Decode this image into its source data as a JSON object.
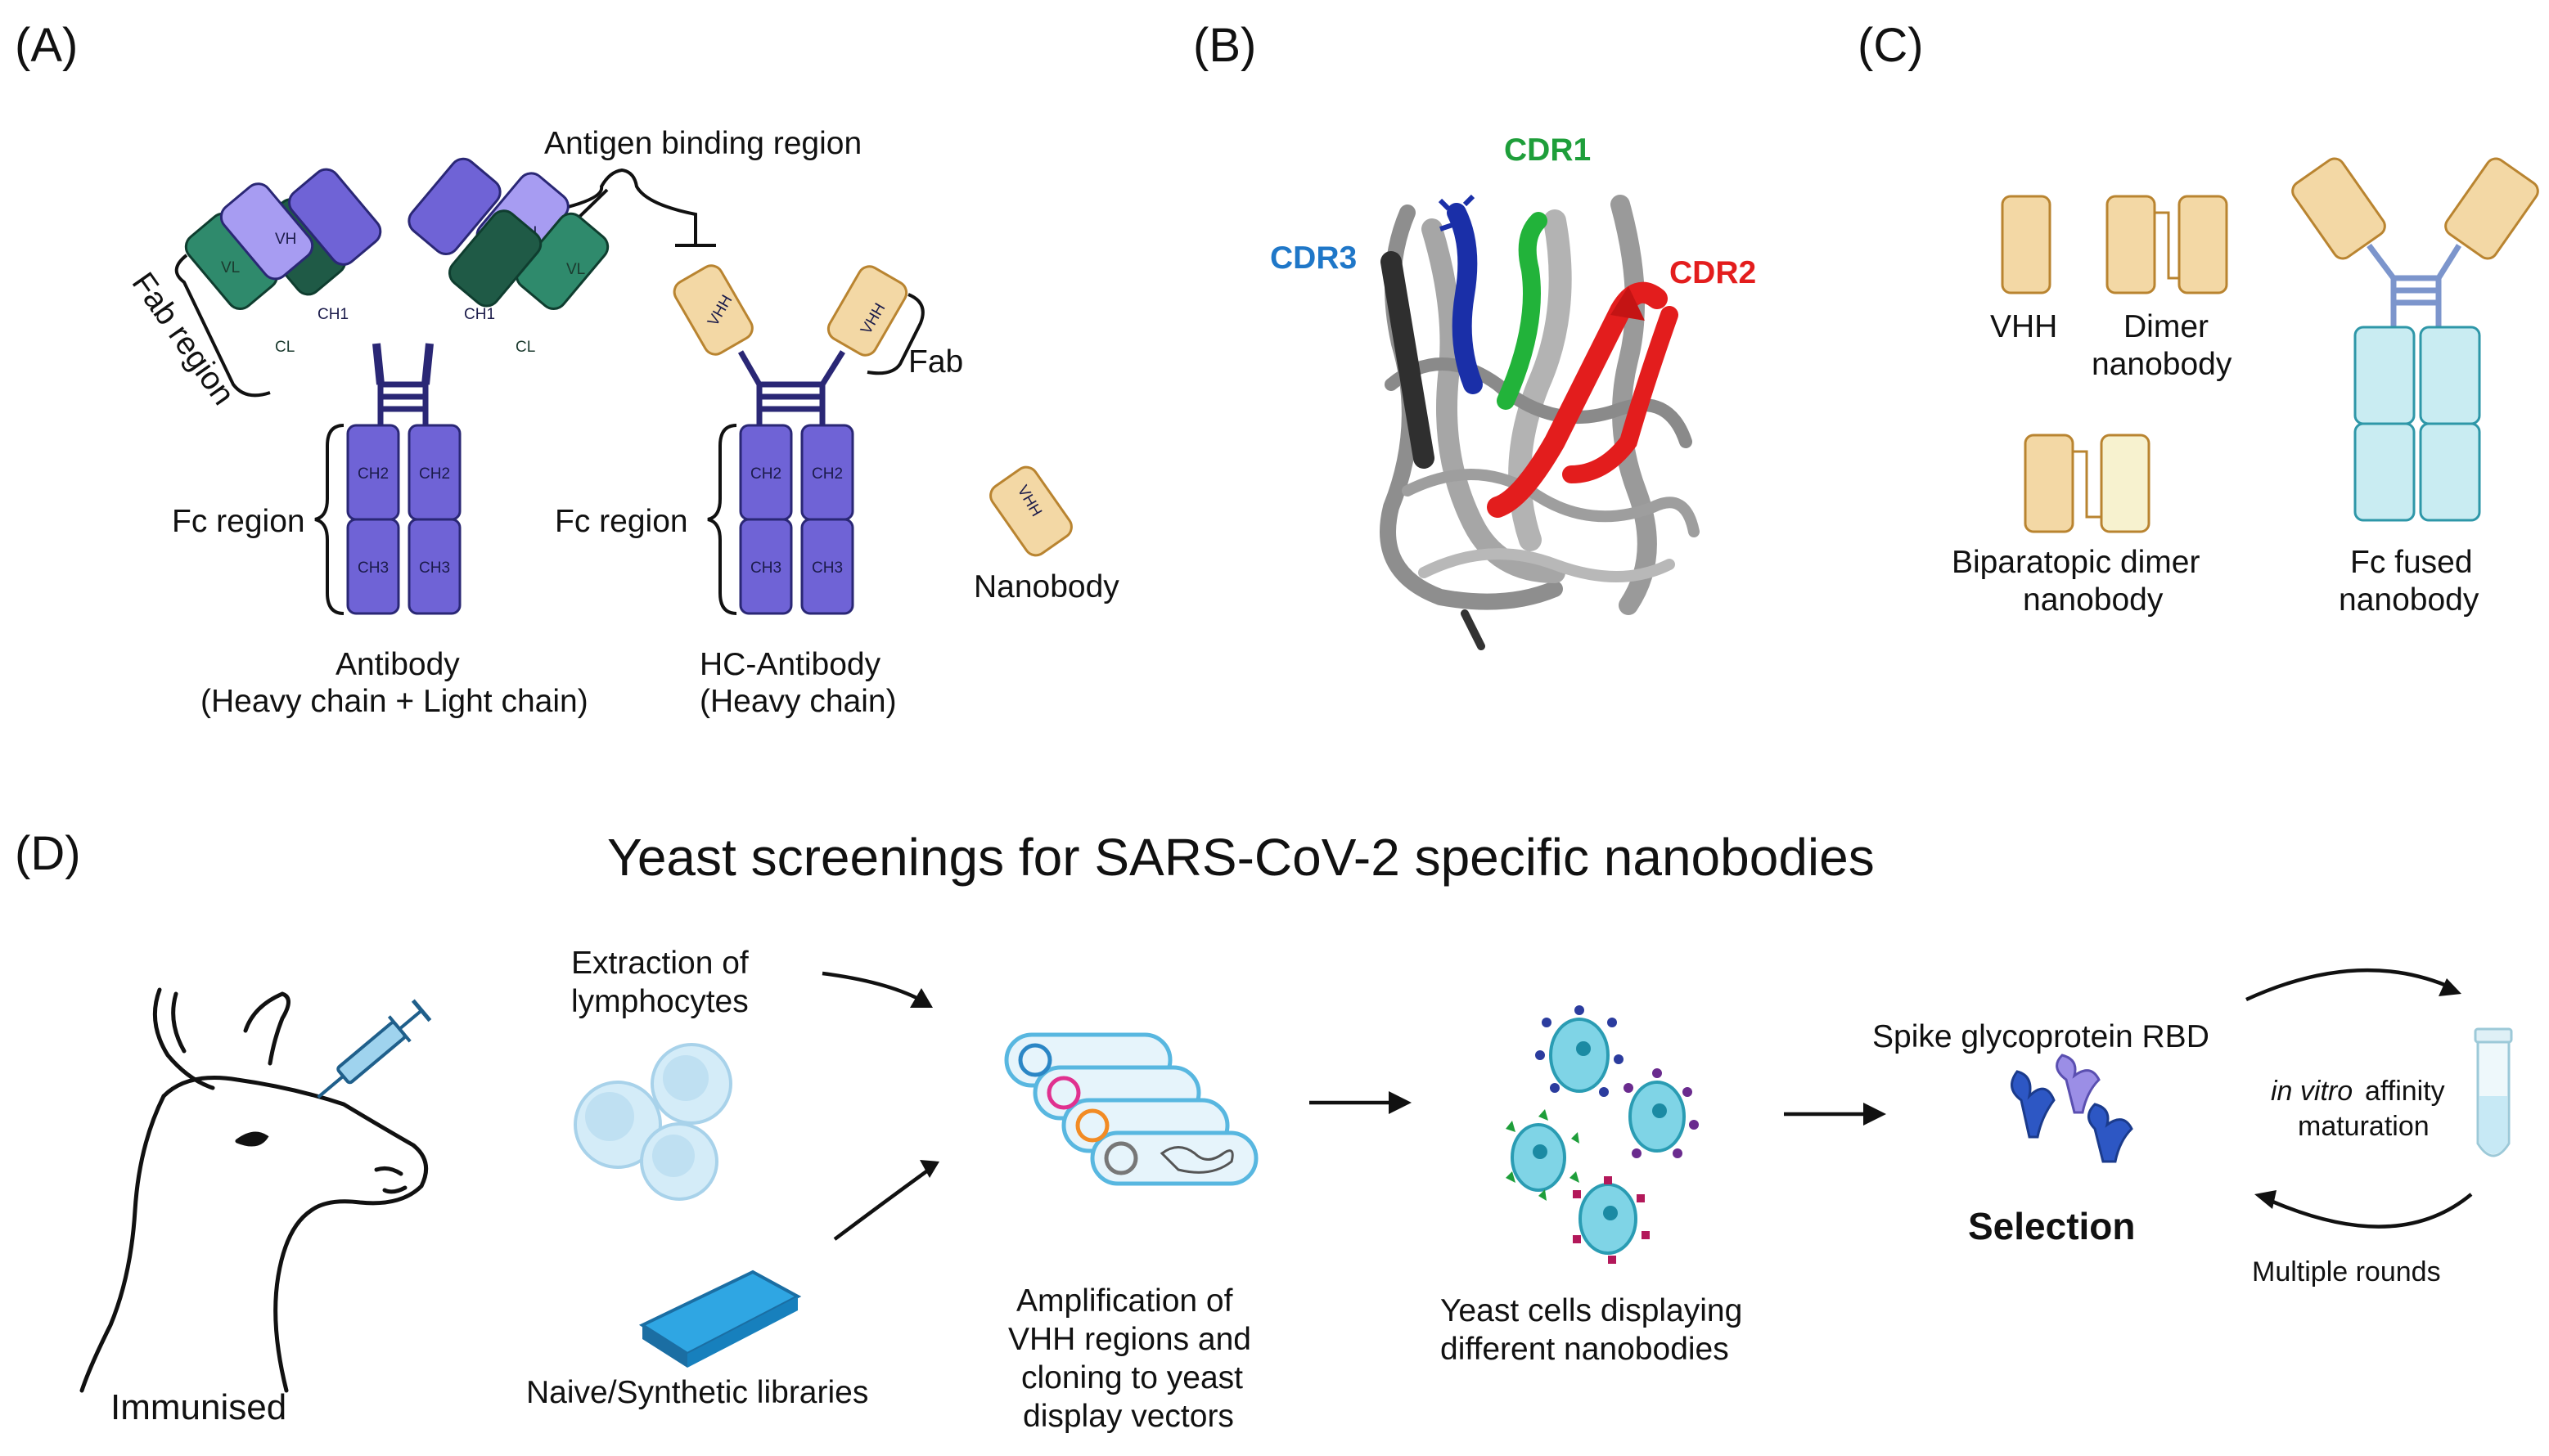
{
  "panels": {
    "a": "(A)",
    "b": "(B)",
    "c": "(C)",
    "d": "(D)"
  },
  "panel_a": {
    "antigen_binding": "Antigen binding region",
    "fab_region": "Fab region",
    "fab": "Fab",
    "fc_region_1": "Fc region",
    "fc_region_2": "Fc region",
    "antibody_title": "Antibody",
    "antibody_sub": "(Heavy chain + Light chain)",
    "hc_title": "HC-Antibody",
    "hc_sub": "(Heavy chain)",
    "nanobody": "Nanobody",
    "domains": {
      "vh": "VH",
      "vl": "VL",
      "ch1": "CH1",
      "cl": "CL",
      "ch2": "CH2",
      "ch3": "CH3",
      "vhh": "VHH"
    }
  },
  "panel_b": {
    "cdr1": "CDR1",
    "cdr2": "CDR2",
    "cdr3": "CDR3"
  },
  "panel_c": {
    "vhh": "VHH",
    "dimer_1": "Dimer",
    "dimer_2": "nanobody",
    "bip_1": "Biparatopic dimer",
    "bip_2": "nanobody",
    "fc_1": "Fc fused",
    "fc_2": "nanobody"
  },
  "panel_d": {
    "title": "Yeast screenings for SARS-CoV-2 specific nanobodies",
    "immunised": "Immunised",
    "extraction_1": "Extraction of",
    "extraction_2": "lymphocytes",
    "naive": "Naive/Synthetic libraries",
    "amp_1": "Amplification of",
    "amp_2": "VHH regions and",
    "amp_3": "cloning to yeast",
    "amp_4": "display vectors",
    "yeast_1": "Yeast cells displaying",
    "yeast_2": "different nanobodies",
    "spike": "Spike glycoprotein RBD",
    "selection": "Selection",
    "invitro_1": "in vitro",
    "invitro_2": " affinity",
    "invitro_3": "maturation",
    "rounds": "Multiple rounds"
  },
  "colors": {
    "heavy": "#6f63d6",
    "heavy_light": "#a79cf2",
    "light_dark": "#1f5a46",
    "light": "#2f8a6c",
    "vhh": "#f3d8a5",
    "vhh_stroke": "#b98430",
    "fc_fused": "#c9ecf2",
    "fc_stroke": "#2e97a8",
    "cdr1": "#1e9e3a",
    "cdr2": "#e31d1d",
    "cdr3": "#1f77c8",
    "hinge": "#2a2775"
  }
}
